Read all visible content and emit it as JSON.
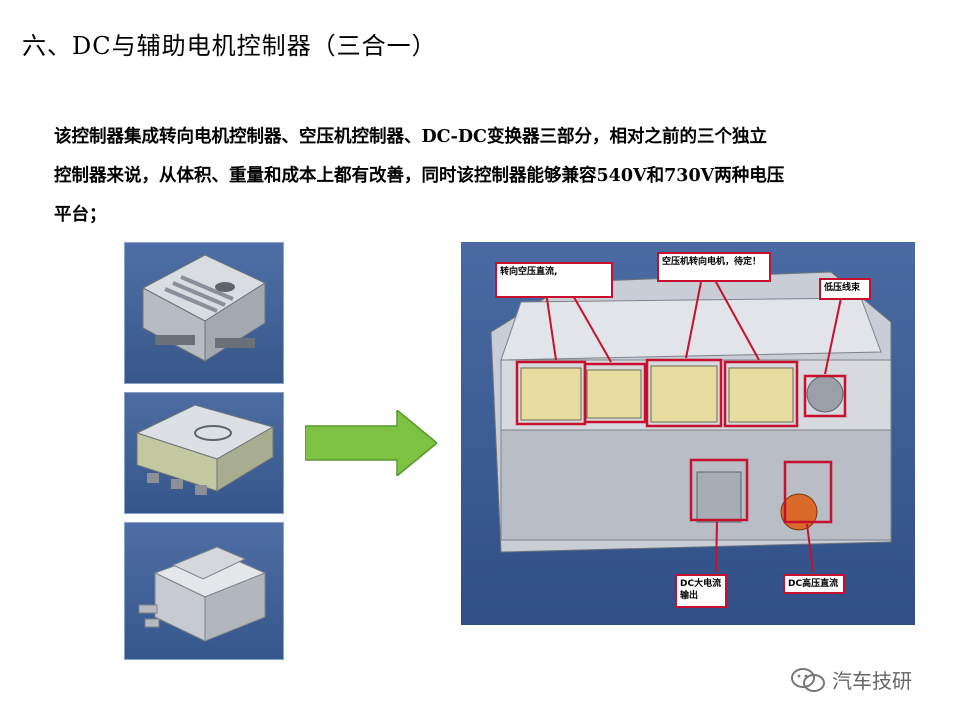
{
  "title": "六、DC与辅助电机控制器（三合一）",
  "paragraph": [
    "该控制器集成转向电机控制器、空压机控制器、DC-DC变换器三部分，相对之前的三个独立",
    "控制器来说，从体积、重量和成本上都有改善，同时该控制器能够兼容540V和730V两种电压",
    "平台；"
  ],
  "callouts": {
    "steering": "转向空压直流,",
    "motor": "空压机转向电机，待定！",
    "low_voltage": "低压线束",
    "dc_output": "DC大电流输出",
    "dc_hv": "DC高压直流"
  },
  "watermark": "汽车技研",
  "colors": {
    "arrow_fill": "#7dc242",
    "callout_border": "#c8102e",
    "image_bg": "#3f5f92"
  }
}
